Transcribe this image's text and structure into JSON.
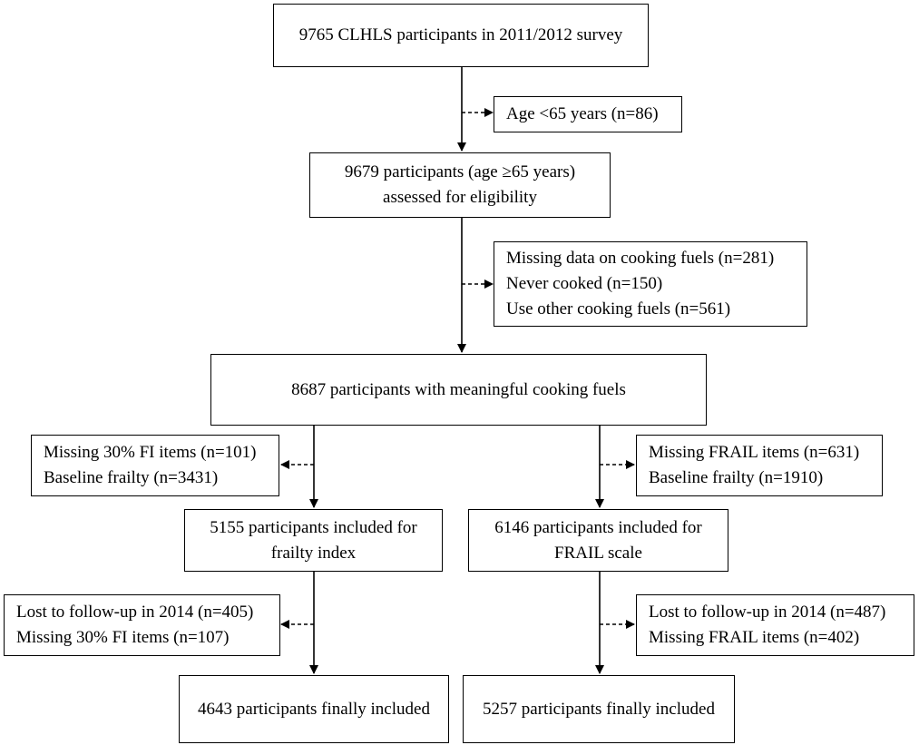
{
  "flowchart": {
    "start": {
      "line1": "9765 CLHLS participants in 2011/2012 survey"
    },
    "exclude_age": {
      "line1": "Age <65 years (n=86)"
    },
    "eligible": {
      "line1": "9679 participants (age ≥65 years)",
      "line2": "assessed for eligibility"
    },
    "exclude_fuel": {
      "line1": "Missing data on cooking fuels (n=281)",
      "line2": "Never cooked (n=150)",
      "line3": "Use other cooking fuels (n=561)"
    },
    "meaningful": {
      "line1": "8687 participants with meaningful cooking fuels"
    },
    "left_exclude_1": {
      "line1": "Missing 30% FI items (n=101)",
      "line2": "Baseline frailty (n=3431)"
    },
    "right_exclude_1": {
      "line1": "Missing FRAIL items (n=631)",
      "line2": "Baseline frailty (n=1910)"
    },
    "left_included": {
      "line1": "5155 participants included for",
      "line2": "frailty index"
    },
    "right_included": {
      "line1": "6146 participants included for",
      "line2": "FRAIL scale"
    },
    "left_exclude_2": {
      "line1": "Lost to follow-up in 2014 (n=405)",
      "line2": "Missing 30% FI items (n=107)"
    },
    "right_exclude_2": {
      "line1": "Lost to follow-up in 2014 (n=487)",
      "line2": "Missing FRAIL items (n=402)"
    },
    "left_final": {
      "line1": "4643 participants finally included"
    },
    "right_final": {
      "line1": "5257 participants finally included"
    }
  }
}
